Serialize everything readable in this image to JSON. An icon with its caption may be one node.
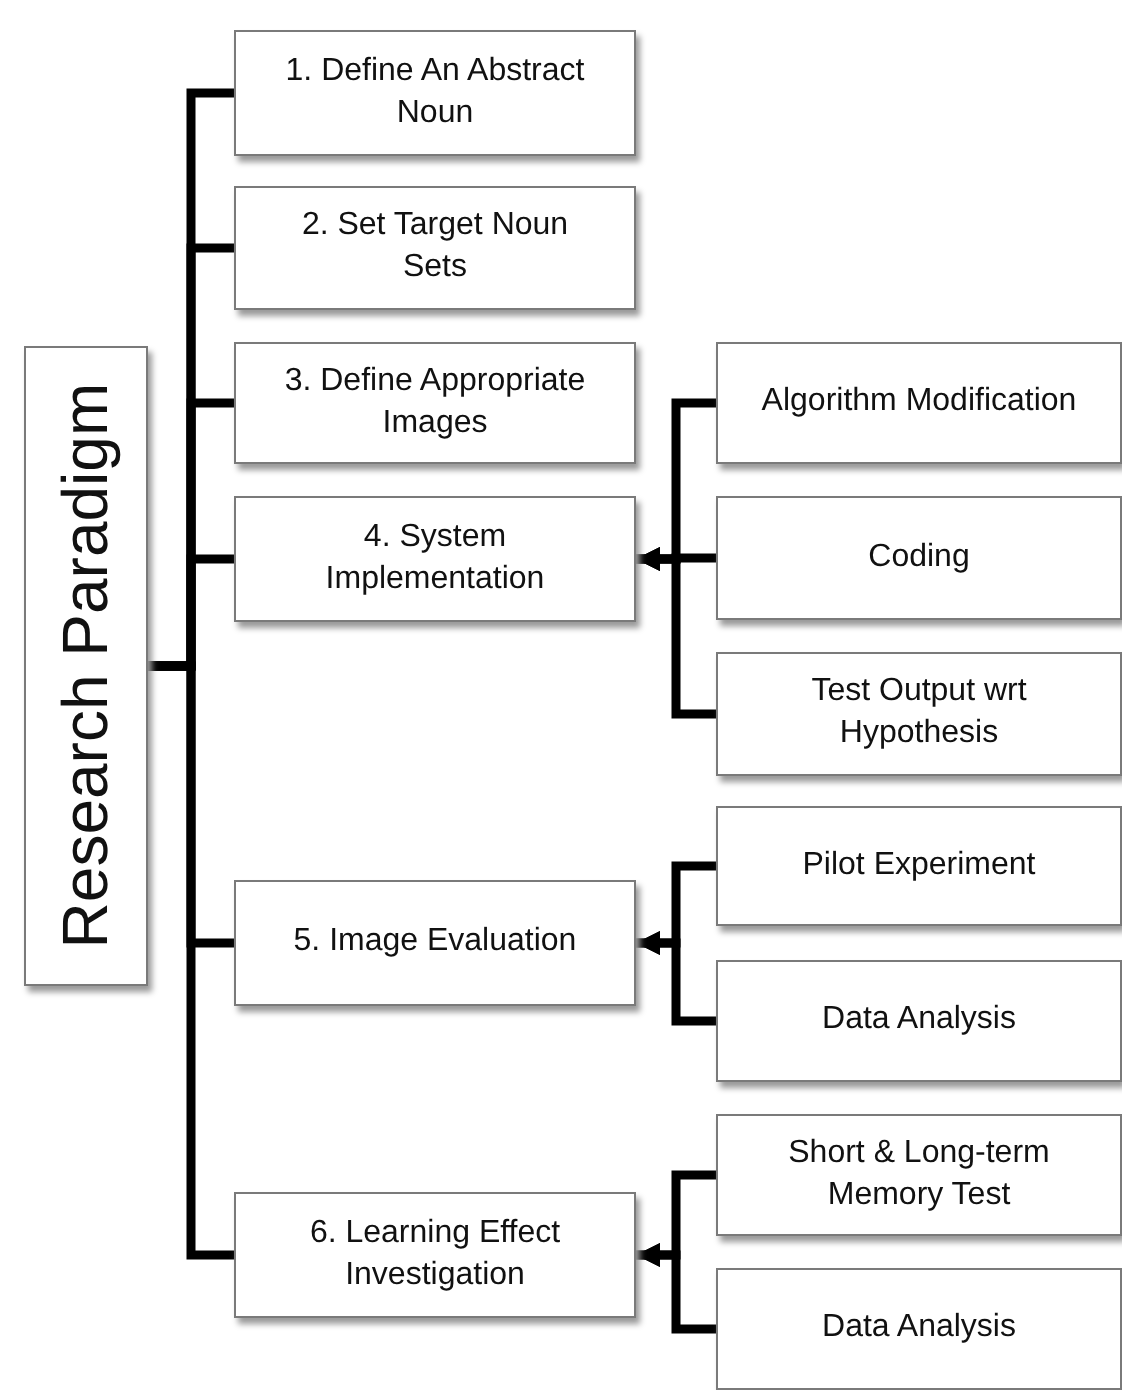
{
  "diagram": {
    "nodes": [
      {
        "text": [
          "Research Paradigm"
        ]
      },
      {
        "text": [
          "1. Define An Abstract Noun"
        ]
      },
      {
        "text": [
          "2. Set Target Noun Sets"
        ]
      },
      {
        "text": [
          "3. Define Appropriate Images"
        ]
      },
      {
        "text": [
          "4. System Implementation"
        ]
      },
      {
        "text": [
          "5. Image Evaluation"
        ]
      },
      {
        "text": [
          "6. Learning Effect Investigation"
        ]
      },
      {
        "text": [
          "Algorithm Modification"
        ]
      },
      {
        "text": [
          "Coding"
        ]
      },
      {
        "text": [
          "Test Output wrt Hypothesis"
        ]
      },
      {
        "text": [
          "Pilot Experiment"
        ]
      },
      {
        "text": [
          "Data Analysis"
        ]
      },
      {
        "text": [
          "Short & Long-term Memory Test"
        ]
      },
      {
        "text": [
          "Data Analysis"
        ]
      }
    ],
    "edges": [
      {
        "from": 0,
        "to": 1,
        "arrow": "none"
      },
      {
        "from": 0,
        "to": 2,
        "arrow": "none"
      },
      {
        "from": 0,
        "to": 3,
        "arrow": "none"
      },
      {
        "from": 0,
        "to": 4,
        "arrow": "none"
      },
      {
        "from": 0,
        "to": 5,
        "arrow": "none"
      },
      {
        "from": 0,
        "to": 6,
        "arrow": "none"
      },
      {
        "from": 7,
        "to": 4,
        "arrow": "to"
      },
      {
        "from": 8,
        "to": 4,
        "arrow": "to"
      },
      {
        "from": 9,
        "to": 4,
        "arrow": "to"
      },
      {
        "from": 10,
        "to": 5,
        "arrow": "to"
      },
      {
        "from": 11,
        "to": 5,
        "arrow": "to"
      },
      {
        "from": 12,
        "to": 6,
        "arrow": "to"
      },
      {
        "from": 13,
        "to": 6,
        "arrow": "to"
      }
    ]
  }
}
